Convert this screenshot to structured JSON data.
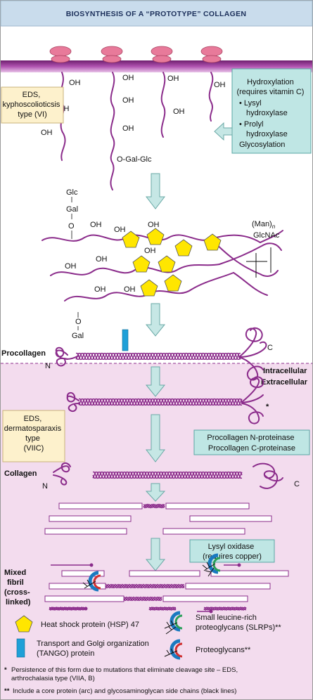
{
  "title": "BIOSYNTHESIS OF A “PROTOTYPE” COLLAGEN",
  "eds_vi": {
    "lines": [
      "EDS,",
      "kyphoscolioticsis",
      "type (VI)"
    ]
  },
  "hydroxylation": {
    "lines": [
      "Hydroxylation",
      "(requires vitamin C)",
      "• Lysyl",
      "hydroxylase",
      "• Prolyl",
      "hydroxylase",
      "Glycosylation"
    ]
  },
  "oh": "OH",
  "o_gal_glc": "O-Gal-Glc",
  "glc": "Glc",
  "gal": "Gal",
  "o": "O",
  "man_n": "(Man)",
  "man_sub": "n",
  "glcnac": "GlcNAc",
  "procollagen": "Procollagen",
  "n_label": "N",
  "c_label": "C",
  "intracellular": "Intracellular",
  "extracellular": "Extracellular",
  "star": "*",
  "eds_viic": {
    "lines": [
      "EDS,",
      "dermatosparaxis",
      "type",
      "(VIIC)"
    ]
  },
  "proteinase": {
    "lines": [
      "Procollagen N-proteinase",
      "Procollagen C-proteinase"
    ]
  },
  "collagen": "Collagen",
  "lysyl_oxidase": {
    "lines": [
      "Lysyl oxidase",
      "(requires copper)"
    ]
  },
  "mixed_fibril": {
    "lines": [
      "Mixed",
      "fibril",
      "(cross-",
      "linked)"
    ]
  },
  "legend": {
    "hsp": "Heat shock protein (HSP) 47",
    "tango": {
      "lines": [
        "Transport and Golgi organization",
        "(TANGO) protein"
      ]
    },
    "slrp": {
      "lines": [
        "Small leucine-rich",
        "proteoglycans (SLRPs)**"
      ]
    },
    "proteoglycans": "Proteoglycans**"
  },
  "footnotes": {
    "f1": {
      "mark": "*",
      "lines": [
        "Persistence of this form due to mutations that eliminate cleavage site – EDS,",
        "arthrochalasia type (VIIA, B)"
      ]
    },
    "f2": {
      "mark": "**",
      "text": "Include a core protein (arc) and glycosaminoglycan side chains (black lines)"
    }
  },
  "colors": {
    "header_bg": "#c9dcec",
    "membrane": "#8b2c8b",
    "chain": "#8b2c8b",
    "ribosome": "#e87a9a",
    "hsp": "#ffe600",
    "tango": "#1fa0d8",
    "extracellular_bg": "#f3dcee",
    "yellow_box": "#fdf1cc",
    "cyan_box": "#bfe6e4"
  }
}
